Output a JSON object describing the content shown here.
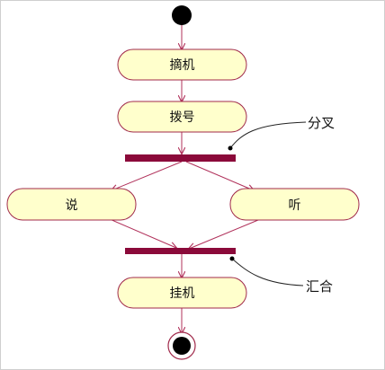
{
  "diagram": {
    "type": "uml-activity",
    "colors": {
      "state_fill": "#ffffcc",
      "state_stroke": "#a0294a",
      "arrow": "#b0305a",
      "bar": "#8b0a3a",
      "note_line": "#222222",
      "node_fill": "#000000"
    },
    "states": {
      "pickup": "摘机",
      "dial": "拨号",
      "speak": "说",
      "listen": "听",
      "hangup": "挂机"
    },
    "notes": {
      "fork": "分叉",
      "join": "汇合"
    }
  }
}
